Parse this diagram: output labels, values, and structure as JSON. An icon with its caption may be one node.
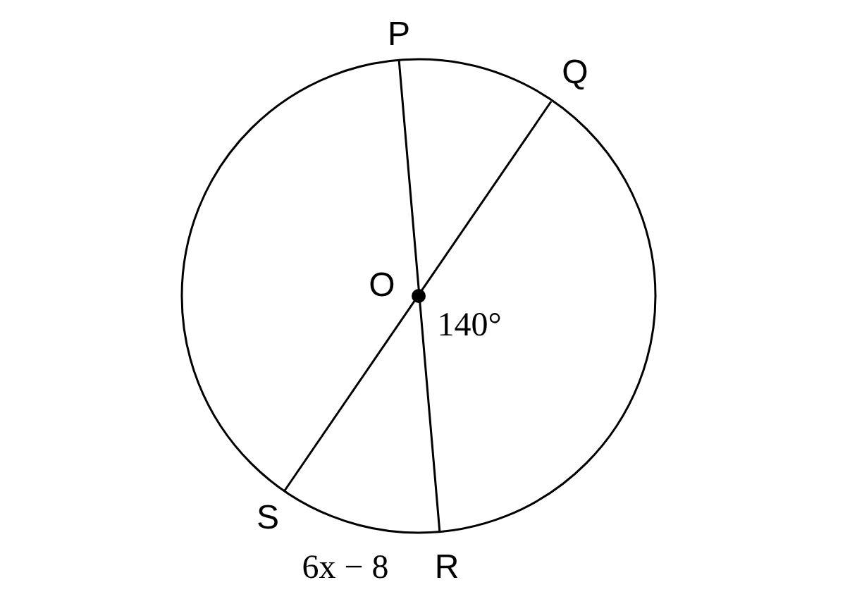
{
  "diagram": {
    "labels": [
      "P",
      "Q",
      "O",
      "140°",
      "S",
      "6x − 8",
      "R"
    ]
  }
}
